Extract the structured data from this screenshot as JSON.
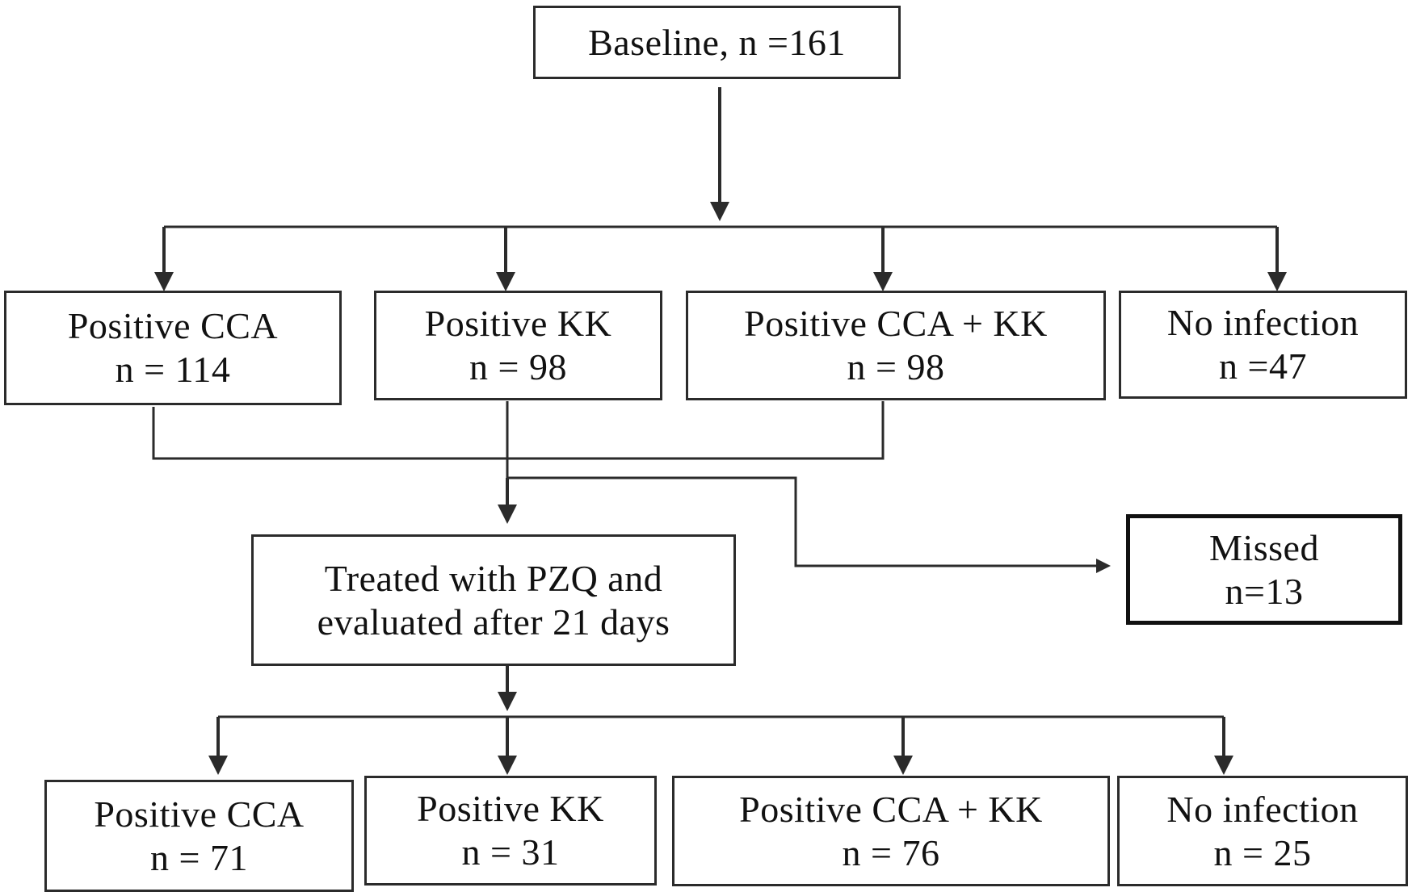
{
  "baseline": {
    "label": "Baseline, n =161"
  },
  "stage1": [
    {
      "title": "Positive CCA",
      "count": "n = 114"
    },
    {
      "title": "Positive KK",
      "count": "n = 98"
    },
    {
      "title": "Positive CCA + KK",
      "count": "n = 98"
    },
    {
      "title": "No infection",
      "count": "n =47"
    }
  ],
  "treatment": {
    "line1": "Treated with PZQ and",
    "line2": "evaluated after 21 days"
  },
  "missed": {
    "title": "Missed",
    "count": "n=13"
  },
  "stage2": [
    {
      "title": "Positive CCA",
      "count": "n = 71"
    },
    {
      "title": "Positive KK",
      "count": "n = 31"
    },
    {
      "title": "Positive CCA + KK",
      "count": "n = 76"
    },
    {
      "title": "No infection",
      "count": "n = 25"
    }
  ]
}
